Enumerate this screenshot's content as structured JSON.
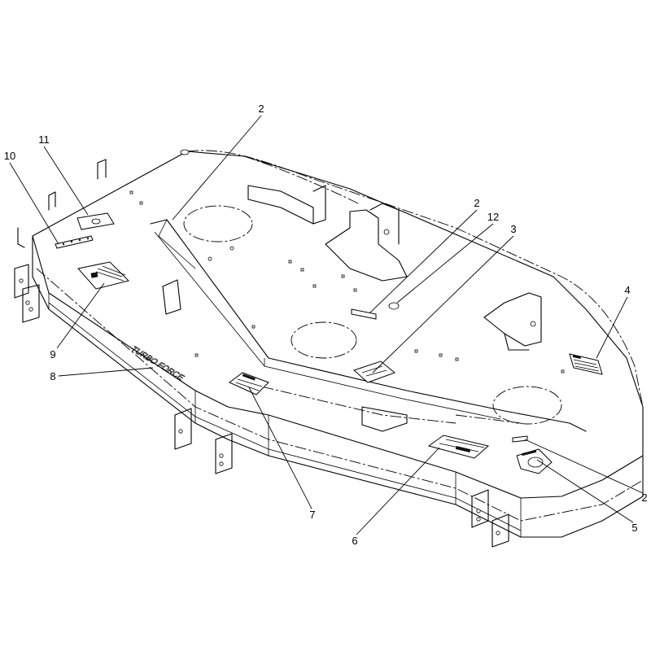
{
  "diagram": {
    "deck_lettering": "TURBO FORCE",
    "callouts": [
      "2",
      "11",
      "10",
      "2",
      "12",
      "3",
      "4",
      "9",
      "8",
      "7",
      "6",
      "5",
      "2"
    ]
  }
}
